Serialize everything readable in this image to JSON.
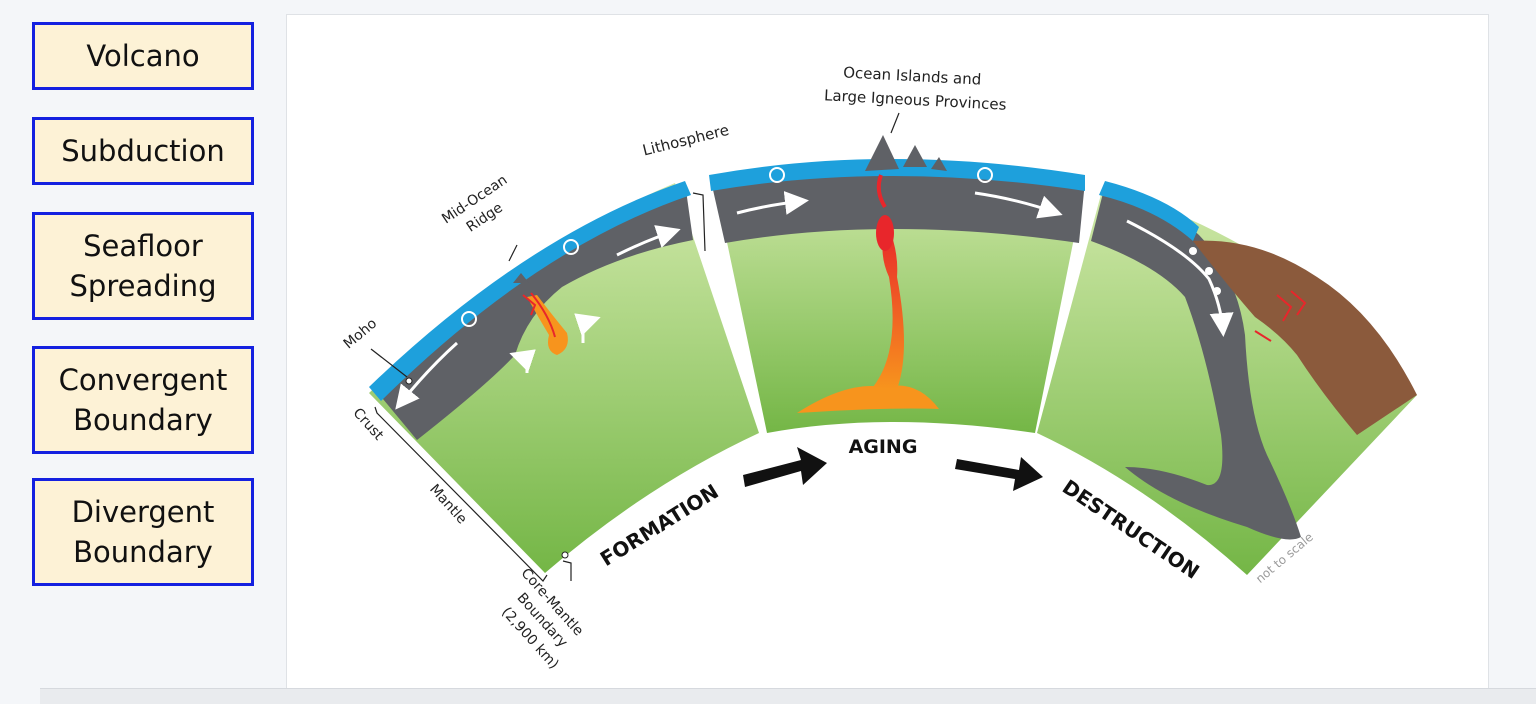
{
  "terms": [
    {
      "lines": [
        "Volcano"
      ]
    },
    {
      "lines": [
        "Subduction"
      ]
    },
    {
      "lines": [
        "Seafloor",
        "Spreading"
      ]
    },
    {
      "lines": [
        "Convergent",
        "Boundary"
      ]
    },
    {
      "lines": [
        "Divergent",
        "Boundary"
      ]
    }
  ],
  "diagram": {
    "labels": {
      "ocean_islands_1": "Ocean Islands and",
      "ocean_islands_2": "Large Igneous Provinces",
      "lithosphere": "Lithosphere",
      "mid_ocean_1": "Mid-Ocean",
      "mid_ocean_2": "Ridge",
      "moho": "Moho",
      "crust": "Crust",
      "mantle": "Mantle",
      "cmb_1": "Core-Mantle",
      "cmb_2": "Boundary",
      "cmb_3": "(2,900 km)",
      "formation": "FORMATION",
      "aging": "AGING",
      "destruction": "DESTRUCTION",
      "not_to_scale": "not to scale"
    },
    "colors": {
      "ocean": "#1ea0dc",
      "lithosphere": "#5f6166",
      "mantle_light": "#c9e4a2",
      "mantle_dark": "#79b94a",
      "magma": "#f7941d",
      "plume": "#e8262b",
      "continent": "#8b5a3c"
    }
  }
}
